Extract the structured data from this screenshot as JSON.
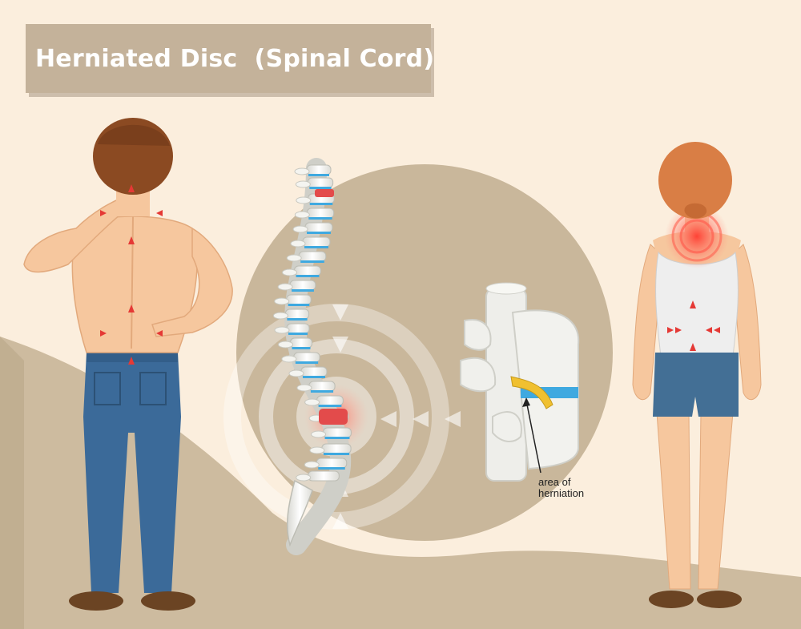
{
  "title": "Herniated Disc  (Spinal Cord)",
  "callout": {
    "line1": "area of",
    "line2": "herniation"
  },
  "colors": {
    "background_light": "#fbeedd",
    "background_dark": "#cdbb9f",
    "title_bar": "#c4b29a",
    "skin": "#f6c79e",
    "hair_male": "#8b4a22",
    "hair_female": "#d97e45",
    "jeans": "#3b6a99",
    "shorts": "#436f95",
    "tank_top": "#eeeeee",
    "disc_blue": "#3fa9e0",
    "disc_herniated": "#e34b4b",
    "pain_marker": "#e53935",
    "nerve": "#f0c030",
    "shoe": "#6b4423"
  },
  "icons": [
    "pain-arrow-icon",
    "pain-glow-icon",
    "highlight-ripple-icon"
  ]
}
